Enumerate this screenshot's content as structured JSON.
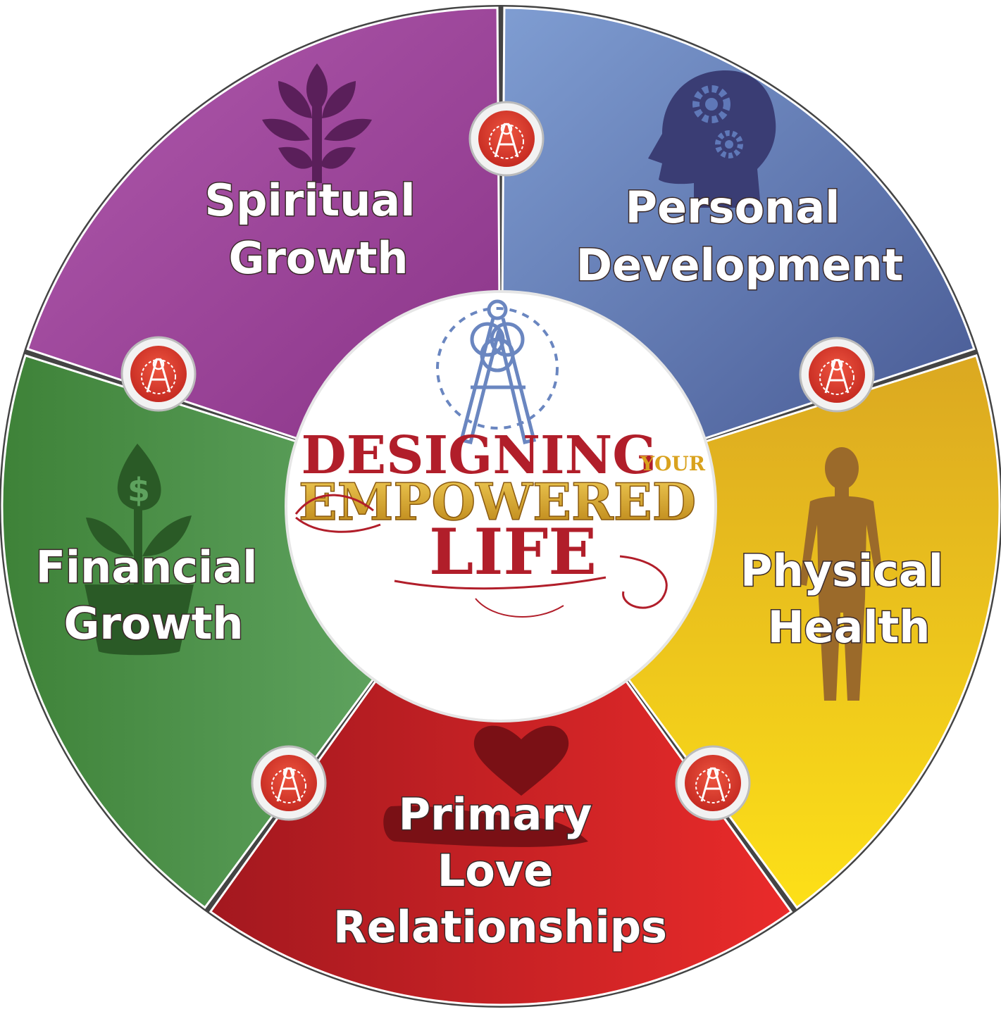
{
  "segments": [
    {
      "id": "spiritual",
      "line1": "Spiritual",
      "line2": "Growth",
      "color": "#9b3f96",
      "icon": "tree-icon"
    },
    {
      "id": "personal",
      "line1": "Personal",
      "line2": "Development",
      "color": "#5c72ad",
      "icon": "head-gears-icon"
    },
    {
      "id": "physical",
      "line1": "Physical",
      "line2": "Health",
      "color": "#e8b820",
      "icon": "human-body-icon"
    },
    {
      "id": "love",
      "line1": "Primary",
      "line2": "Love",
      "line3": "Relationships",
      "color": "#c8202a",
      "icon": "heart-in-hand-icon"
    },
    {
      "id": "financial",
      "line1": "Financial",
      "line2": "Growth",
      "color": "#4d9448",
      "icon": "money-plant-icon"
    }
  ],
  "center_logo": {
    "word1": "DESIGNING",
    "word2": "YOUR",
    "word3": "EMPOWERED",
    "word4": "LIFE",
    "colors": {
      "red": "#b11e2a",
      "gold": "#d9a21e",
      "blue": "#6a86c0"
    }
  },
  "connector_badge": {
    "icon": "compass-icon",
    "color": "#d93a2a"
  }
}
